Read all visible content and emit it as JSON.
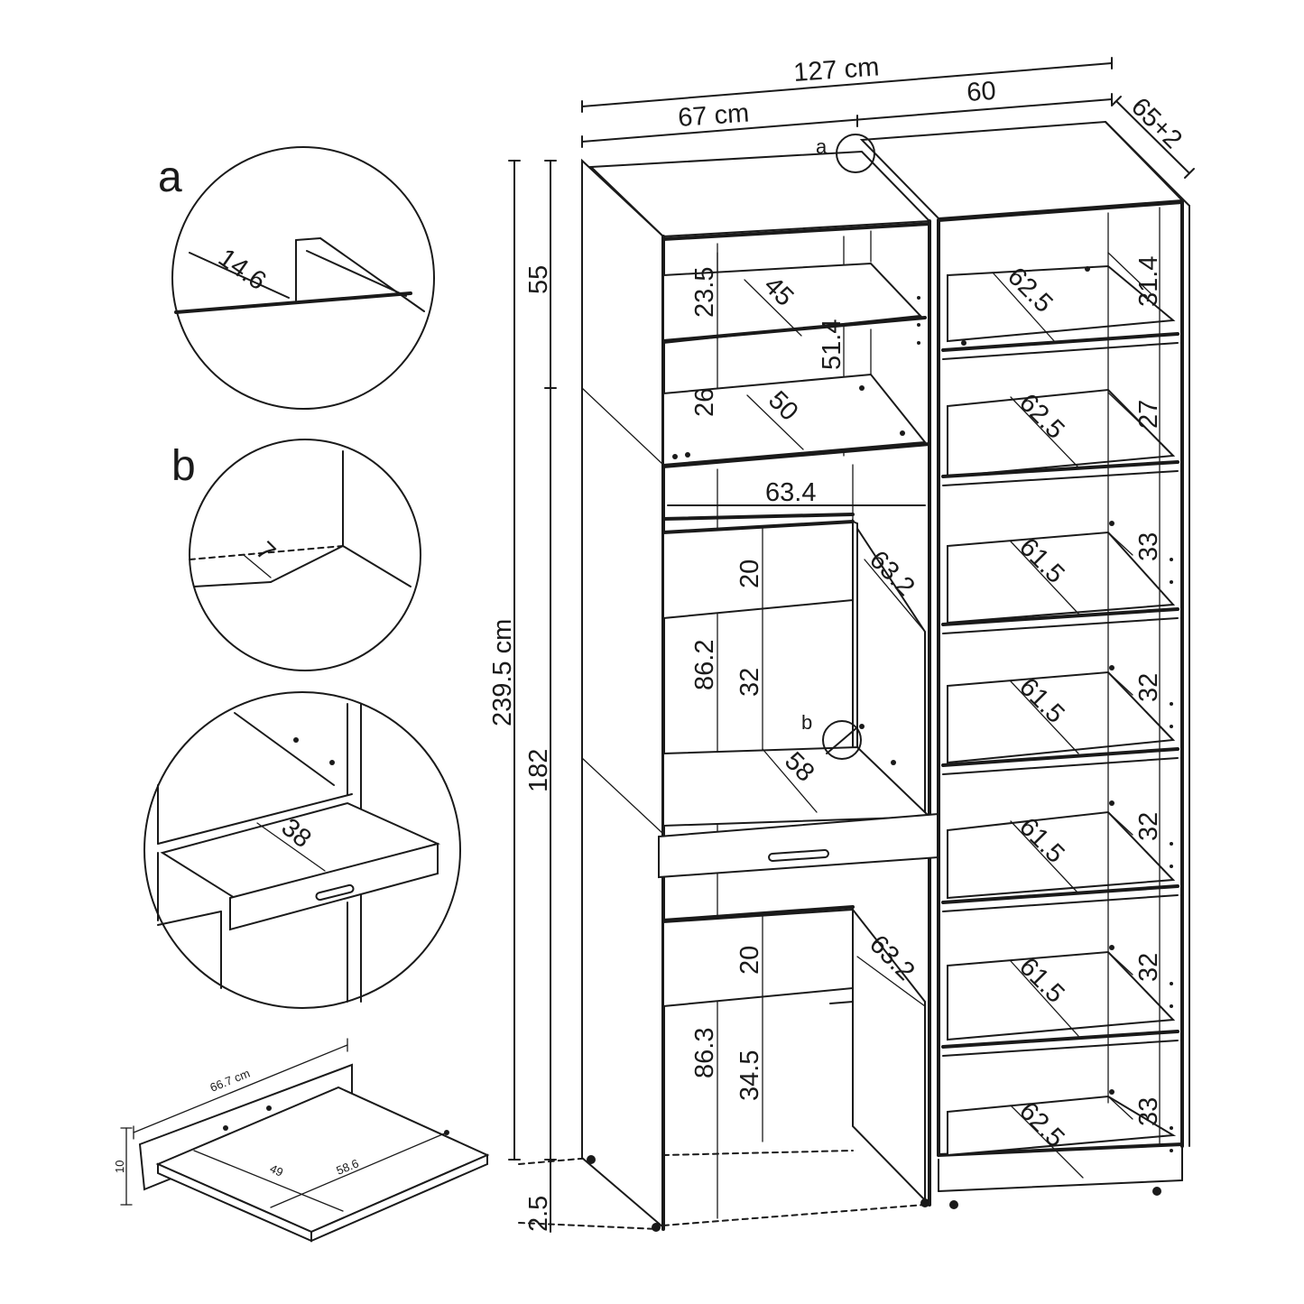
{
  "overall": {
    "width_total": "127 cm",
    "width_left": "67 cm",
    "width_right": "60",
    "depth": "65+2"
  },
  "vertical": {
    "total_height": "239.5 cm",
    "top_section": "55",
    "lower_section": "182",
    "feet": "2.5"
  },
  "left_unit": {
    "shelf_h1": "23.5",
    "shelf_d1": "45",
    "top_inner": "51.4",
    "shelf_h2": "26",
    "shelf_d2": "50",
    "inner_width": "63.4",
    "flap1_h": "20",
    "door1_depth": "63.2",
    "sec1_h": "86.2",
    "open1_h": "32",
    "shelf_d3": "58",
    "flap2_h": "20",
    "door2_depth": "63.2",
    "sec2_h": "86.3",
    "open2_h": "34.5"
  },
  "right_unit": {
    "shelves": [
      {
        "height": "31.4",
        "depth": "62.5"
      },
      {
        "height": "27",
        "depth": "62.5"
      },
      {
        "height": "33",
        "depth": "61.5"
      },
      {
        "height": "32",
        "depth": "61.5"
      },
      {
        "height": "32",
        "depth": "61.5"
      },
      {
        "height": "32",
        "depth": "61.5"
      },
      {
        "height": "33",
        "depth": "62.5"
      }
    ]
  },
  "markers": {
    "a": "a",
    "b": "b"
  },
  "detail_a": {
    "label": "a",
    "value": "14.6"
  },
  "detail_b": {
    "label": "b",
    "value": "7"
  },
  "detail_drawer": {
    "value": "38"
  },
  "detail_pullout": {
    "width": "66.7 cm",
    "height": "10",
    "depth1": "49",
    "depth2": "58.6"
  }
}
